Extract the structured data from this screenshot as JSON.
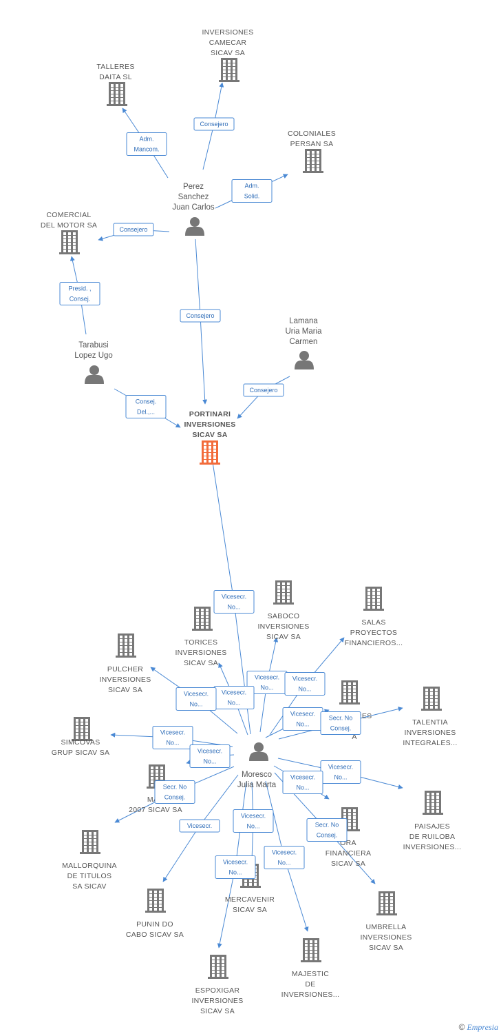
{
  "colors": {
    "edge": "#4a89d4",
    "company": "#777777",
    "center_company": "#f26b3a",
    "person": "#777777",
    "rel_text": "#2f6db8"
  },
  "center": {
    "id": "portinari",
    "label": [
      "PORTINARI",
      "INVERSIONES",
      "SICAV SA"
    ]
  },
  "companies": [
    {
      "id": "camecar",
      "label": [
        "INVERSIONES",
        "CAMECAR",
        "SICAV SA"
      ]
    },
    {
      "id": "talleres",
      "label": [
        "TALLERES",
        "DAITA SL"
      ]
    },
    {
      "id": "coloniales",
      "label": [
        "COLONIALES",
        "PERSAN SA"
      ]
    },
    {
      "id": "comercial",
      "label": [
        "COMERCIAL",
        "DEL MOTOR SA"
      ]
    },
    {
      "id": "saboco",
      "label": [
        "SABOCO",
        "INVERSIONES",
        "SICAV SA"
      ]
    },
    {
      "id": "salas",
      "label": [
        "SALAS",
        "PROYECTOS",
        "FINANCIEROS..."
      ]
    },
    {
      "id": "torices",
      "label": [
        "TORICES",
        "INVERSIONES",
        "SICAV SA"
      ]
    },
    {
      "id": "pulcher",
      "label": [
        "PULCHER",
        "INVERSIONES",
        "SICAV SA"
      ]
    },
    {
      "id": "valores",
      "label": [
        "VALORES",
        "ES",
        "A"
      ]
    },
    {
      "id": "talentia",
      "label": [
        "TALENTIA",
        "INVERSIONES",
        "INTEGRALES..."
      ]
    },
    {
      "id": "simcovas",
      "label": [
        "SIMCOVAS",
        "GRUP SICAV SA"
      ]
    },
    {
      "id": "mar2007",
      "label": [
        "MAR",
        "2007 SICAV SA"
      ]
    },
    {
      "id": "paisajes",
      "label": [
        "PAISAJES",
        "DE RUILOBA",
        "INVERSIONES..."
      ]
    },
    {
      "id": "ora",
      "label": [
        "ORA",
        "FINANCIERA",
        "SICAV SA"
      ]
    },
    {
      "id": "mallorquina",
      "label": [
        "MALLORQUINA",
        "DE TITULOS",
        "SA SICAV"
      ]
    },
    {
      "id": "mercavenir",
      "label": [
        "MERCAVENIR",
        "SICAV SA"
      ]
    },
    {
      "id": "umbrella",
      "label": [
        "UMBRELLA",
        "INVERSIONES",
        "SICAV SA"
      ]
    },
    {
      "id": "punin",
      "label": [
        "PUNIN DO",
        "CABO SICAV SA"
      ]
    },
    {
      "id": "majestic",
      "label": [
        "MAJESTIC",
        "DE",
        "INVERSIONES..."
      ]
    },
    {
      "id": "espoxigar",
      "label": [
        "ESPOXIGAR",
        "INVERSIONES",
        "SICAV SA"
      ]
    }
  ],
  "persons": [
    {
      "id": "perez",
      "label": [
        "Perez",
        "Sanchez",
        "Juan Carlos"
      ]
    },
    {
      "id": "tarabusi",
      "label": [
        "Tarabusi",
        "Lopez Ugo"
      ]
    },
    {
      "id": "lamana",
      "label": [
        "Lamana",
        "Uria Maria",
        "Carmen"
      ]
    },
    {
      "id": "moresco",
      "label": [
        "Moresco",
        "Julia Marta"
      ]
    }
  ],
  "relations": [
    {
      "from": "perez",
      "to": "camecar",
      "label": [
        "Consejero"
      ]
    },
    {
      "from": "perez",
      "to": "talleres",
      "label": [
        "Adm.",
        "Mancom."
      ]
    },
    {
      "from": "perez",
      "to": "coloniales",
      "label": [
        "Adm.",
        "Solid."
      ]
    },
    {
      "from": "perez",
      "to": "comercial",
      "label": [
        "Consejero"
      ]
    },
    {
      "from": "perez",
      "to": "portinari",
      "label": [
        "Consejero"
      ]
    },
    {
      "from": "tarabusi",
      "to": "comercial",
      "label": [
        "Presid. ,",
        "Consej."
      ]
    },
    {
      "from": "tarabusi",
      "to": "portinari",
      "label": [
        "Consej.",
        "Del.,..."
      ]
    },
    {
      "from": "lamana",
      "to": "portinari",
      "label": [
        "Consejero"
      ]
    },
    {
      "from": "moresco",
      "to": "portinari",
      "label": [
        "Vicesecr.",
        "No..."
      ]
    },
    {
      "from": "moresco",
      "to": "saboco",
      "label": [
        "Vicesecr.",
        "No..."
      ]
    },
    {
      "from": "moresco",
      "to": "salas",
      "label": [
        "Vicesecr.",
        "No..."
      ]
    },
    {
      "from": "moresco",
      "to": "torices",
      "label": [
        "Vicesecr.",
        "No..."
      ]
    },
    {
      "from": "moresco",
      "to": "pulcher",
      "label": [
        "Vicesecr.",
        "No..."
      ]
    },
    {
      "from": "moresco",
      "to": "valores",
      "label": [
        "Vicesecr.",
        "No..."
      ]
    },
    {
      "from": "moresco",
      "to": "talentia",
      "label": [
        "Secr.  No",
        "Consej."
      ]
    },
    {
      "from": "moresco",
      "to": "simcovas",
      "label": [
        "Vicesecr.",
        "No..."
      ]
    },
    {
      "from": "moresco",
      "to": "mar2007",
      "label": [
        "Vicesecr.",
        "No..."
      ]
    },
    {
      "from": "moresco",
      "to": "mallorquina",
      "label": [
        "Secr.  No",
        "Consej."
      ]
    },
    {
      "from": "moresco",
      "to": "paisajes",
      "label": [
        "Vicesecr.",
        "No..."
      ]
    },
    {
      "from": "moresco",
      "to": "ora",
      "label": [
        "Vicesecr.",
        "No..."
      ]
    },
    {
      "from": "moresco",
      "to": "umbrella",
      "label": [
        "Secr.  No",
        "Consej."
      ]
    },
    {
      "from": "moresco",
      "to": "punin",
      "label": [
        "Vicesecr."
      ]
    },
    {
      "from": "moresco",
      "to": "mercavenir",
      "label": [
        "Vicesecr.",
        "No..."
      ]
    },
    {
      "from": "moresco",
      "to": "espoxigar",
      "label": [
        "Vicesecr.",
        "No..."
      ]
    },
    {
      "from": "moresco",
      "to": "majestic",
      "label": [
        "Vicesecr.",
        "No..."
      ]
    }
  ],
  "footer": {
    "copyright": "©",
    "brand": "Empresia"
  }
}
